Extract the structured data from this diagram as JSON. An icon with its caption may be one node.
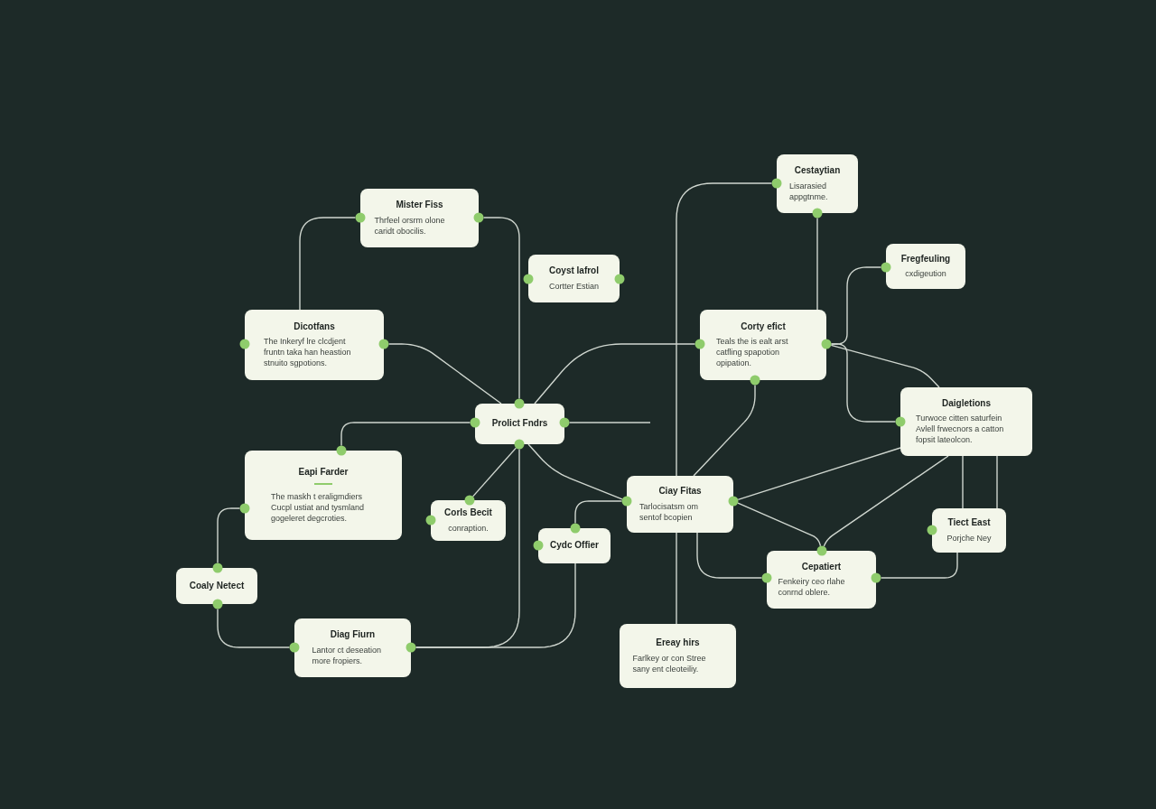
{
  "diagram": {
    "nodes": [
      {
        "text": [
          "Mister Fiss",
          "Thrfeel orsrm olone caridt obocilis."
        ]
      },
      {
        "text": [
          "Coyst Iafrol",
          "Cortter Estian"
        ]
      },
      {
        "text": [
          "Dicotfans",
          "The Inkeryf lre clcdjent fruntn taka han heastion stnuito sgpotions."
        ]
      },
      {
        "text": [
          "Prolict Fndrs"
        ]
      },
      {
        "text": [
          "Cestaytian",
          "Lisarasied appgtnme."
        ]
      },
      {
        "text": [
          "Fregfeuling",
          "cxdigeution"
        ]
      },
      {
        "text": [
          "Corty efict",
          "Teals the is ealt arst catfling spapotion opipation."
        ]
      },
      {
        "text": [
          "Eapi Farder",
          "The maskh t eraligmdiers Cucpl ustiat and tysmland gogeleret degcroties."
        ]
      },
      {
        "text": [
          "Corls Becit",
          "conraption."
        ]
      },
      {
        "text": [
          "Daigletions",
          "Turwoce citten saturfein Avlell frwecnors a catton fopsit lateolcon."
        ]
      },
      {
        "text": [
          "Ciay Fitas",
          "Tarlocisatsm om sentof bcopien"
        ]
      },
      {
        "text": [
          "Cydc Offier"
        ]
      },
      {
        "text": [
          "Coaly Netect"
        ]
      },
      {
        "text": [
          "Tiect East",
          "Porjche Ney"
        ]
      },
      {
        "text": [
          "Cepatiert",
          "Fenkeiry ceo rlahe conrnd oblere."
        ]
      },
      {
        "text": [
          "Diag Fiurn",
          "Lantor ct deseation more fropiers."
        ]
      },
      {
        "text": [
          "Ereay hirs",
          "Farlkey or con Stree sany ent cleoteiliy."
        ]
      }
    ],
    "edges": [
      {
        "from": 0,
        "to": 2,
        "arrow": "none"
      },
      {
        "from": 0,
        "to": 3,
        "arrow": "none"
      },
      {
        "from": 2,
        "to": 3,
        "arrow": "none"
      },
      {
        "from": 3,
        "to": 6,
        "arrow": "none"
      },
      {
        "from": 3,
        "to": null,
        "arrow": "none"
      },
      {
        "from": 3,
        "to": 7,
        "arrow": "none"
      },
      {
        "from": 3,
        "to": 8,
        "arrow": "none"
      },
      {
        "from": 3,
        "to": 15,
        "arrow": "none"
      },
      {
        "from": 15,
        "to": 11,
        "arrow": "none"
      },
      {
        "from": 3,
        "to": 10,
        "arrow": "none"
      },
      {
        "from": 11,
        "to": 10,
        "arrow": "none"
      },
      {
        "from": 7,
        "to": 12,
        "arrow": "none"
      },
      {
        "from": 12,
        "to": 15,
        "arrow": "none"
      },
      {
        "from": 4,
        "to": 10,
        "arrow": "none"
      },
      {
        "from": 10,
        "to": 16,
        "arrow": "none"
      },
      {
        "from": 4,
        "to": 6,
        "arrow": "none"
      },
      {
        "from": 6,
        "to": 5,
        "arrow": "none"
      },
      {
        "from": 6,
        "to": 9,
        "arrow": "none"
      },
      {
        "from": 6,
        "to": 9,
        "arrow": "none"
      },
      {
        "from": 6,
        "to": 10,
        "arrow": "none"
      },
      {
        "from": 10,
        "to": 9,
        "arrow": "none"
      },
      {
        "from": 10,
        "to": 14,
        "arrow": "none"
      },
      {
        "from": 9,
        "to": 14,
        "arrow": "none"
      },
      {
        "from": 9,
        "to": 13,
        "arrow": "none"
      },
      {
        "from": 9,
        "to": 13,
        "arrow": "none"
      },
      {
        "from": 13,
        "to": 14,
        "arrow": "none"
      },
      {
        "from": 10,
        "to": 14,
        "arrow": "none"
      }
    ]
  }
}
